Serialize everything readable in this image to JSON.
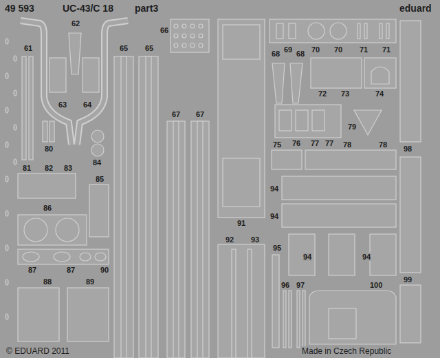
{
  "diagram": {
    "labels": [
      "49 593",
      "UC-43/C 18",
      "part3",
      "eduard",
      "62",
      "66",
      "61",
      "63",
      "64",
      "65",
      "65",
      "67",
      "67",
      "68",
      "69",
      "68",
      "70",
      "70",
      "71",
      "71",
      "72",
      "73",
      "74",
      "76",
      "77",
      "77",
      "79",
      "80",
      "84",
      "75",
      "78",
      "78",
      "98",
      "81",
      "82",
      "83",
      "85",
      "86",
      "94",
      "94",
      "91",
      "92",
      "93",
      "95",
      "94",
      "94",
      "87",
      "87",
      "90",
      "88",
      "89",
      "96",
      "97",
      "99",
      "100",
      "© EDUARD 2011",
      "Made in Czech Republic"
    ]
  }
}
